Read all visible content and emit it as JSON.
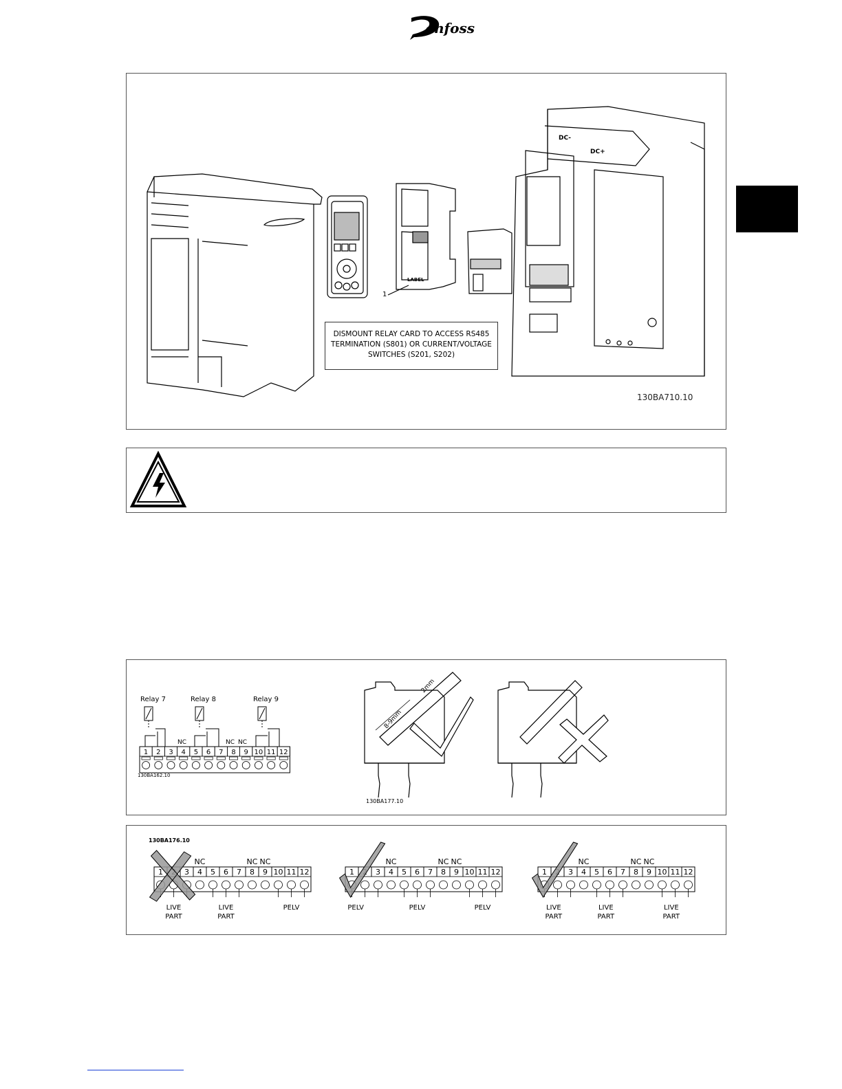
{
  "header": {
    "brand": "Danfoss"
  },
  "figure_installation": {
    "callout_item_number": "1",
    "callout_lines": [
      "DISMOUNT RELAY CARD TO ACCESS RS485",
      "TERMINATION (S801) OR CURRENT/VOLTAGE",
      "SWITCHES (S201, S202)"
    ],
    "lcp_label": "LABEL",
    "dc_minus": "DC-",
    "dc_plus": "DC+",
    "figure_id": "130BA710.10"
  },
  "figure_relay": {
    "relay_labels": [
      "Relay 7",
      "Relay 8",
      "Relay 9"
    ],
    "nc_label": "NC",
    "terminals": [
      "1",
      "2",
      "3",
      "4",
      "5",
      "6",
      "7",
      "8",
      "9",
      "10",
      "11",
      "12"
    ],
    "figure_id_left": "130BA162.10",
    "wire_strip_length": "8-9mm",
    "screwdriver_width": "2mm",
    "figure_id_right": "130BA177.10"
  },
  "figure_wiring": {
    "figure_id": "130BA176.10",
    "nc_label": "NC",
    "terminals": [
      "1",
      "2",
      "3",
      "4",
      "5",
      "6",
      "7",
      "8",
      "9",
      "10",
      "11",
      "12"
    ],
    "live_part": "LIVE PART",
    "live": "LIVE",
    "part": "PART",
    "pelv": "PELV"
  }
}
